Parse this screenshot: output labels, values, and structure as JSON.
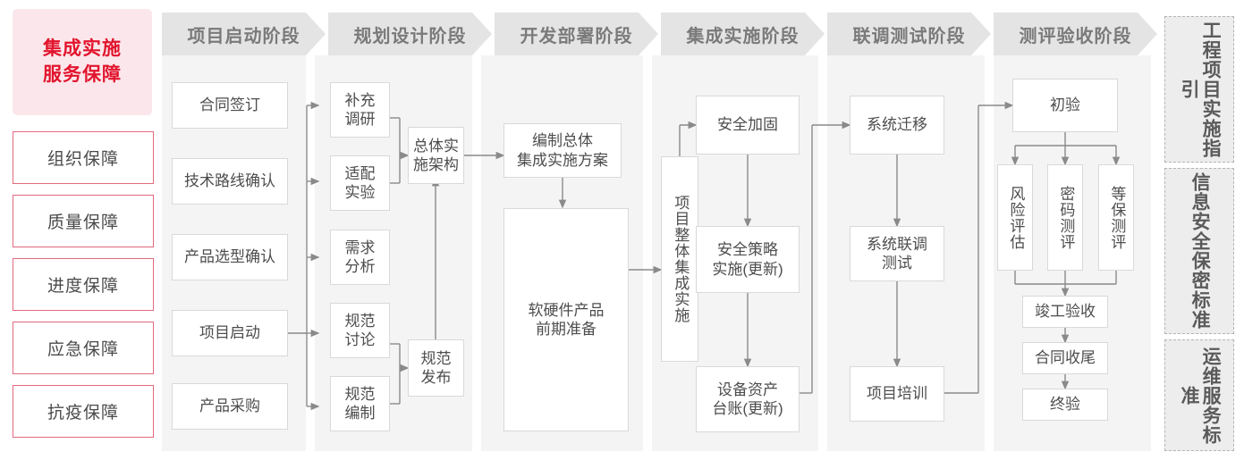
{
  "colors": {
    "accent_red": "#e2142d",
    "accent_red_border": "#e26a7e",
    "accent_red_bg": "#fbe7eb",
    "phase_header_bg": "#e4e4e4",
    "phase_header_text": "#7a7a7a",
    "column_bg": "#f4f4f4",
    "node_border": "#d9d9d9",
    "node_text": "#4d4d4d",
    "wire": "#8a8a8a",
    "standard_bg": "#ededed",
    "standard_border": "#b4b4b4"
  },
  "left_panel": {
    "title": "集成实施\n服务保障",
    "title_line1": "集成实施",
    "title_line2": "服务保障",
    "items": [
      {
        "label": "组织保障"
      },
      {
        "label": "质量保障"
      },
      {
        "label": "进度保障"
      },
      {
        "label": "应急保障"
      },
      {
        "label": "抗疫保障"
      }
    ]
  },
  "phases": [
    {
      "id": "phase-1",
      "header": "项目启动阶段",
      "nodes": [
        {
          "id": "n-contract-sign",
          "label": "合同签订"
        },
        {
          "id": "n-tech-route",
          "label": "技术路线确认"
        },
        {
          "id": "n-product-select",
          "label": "产品选型确认"
        },
        {
          "id": "n-project-kickoff",
          "label": "项目启动"
        },
        {
          "id": "n-product-purchase",
          "label": "产品采购"
        }
      ]
    },
    {
      "id": "phase-2",
      "header": "规划设计阶段",
      "nodes": [
        {
          "id": "n-extra-research",
          "label": "补充\n调研",
          "l1": "补充",
          "l2": "调研"
        },
        {
          "id": "n-adapt-test",
          "label": "适配\n实验",
          "l1": "适配",
          "l2": "实验"
        },
        {
          "id": "n-req-analysis",
          "label": "需求\n分析",
          "l1": "需求",
          "l2": "分析"
        },
        {
          "id": "n-spec-discuss",
          "label": "规范\n讨论",
          "l1": "规范",
          "l2": "讨论"
        },
        {
          "id": "n-spec-compile",
          "label": "规范\n编制",
          "l1": "规范",
          "l2": "编制"
        },
        {
          "id": "n-overall-arch",
          "label": "总体实\n施架构",
          "l1": "总体实",
          "l2": "施架构"
        },
        {
          "id": "n-spec-release",
          "label": "规范\n发布",
          "l1": "规范",
          "l2": "发布"
        }
      ]
    },
    {
      "id": "phase-3",
      "header": "开发部署阶段",
      "nodes": [
        {
          "id": "n-overall-plan",
          "label": "编制总体\n集成实施方案",
          "l1": "编制总体",
          "l2": "集成实施方案"
        },
        {
          "id": "n-hw-sw-prep",
          "label": "软硬件产品\n前期准备",
          "l1": "软硬件产品",
          "l2": "前期准备"
        }
      ]
    },
    {
      "id": "phase-4",
      "header": "集成实施阶段",
      "nodes": [
        {
          "id": "n-overall-integration",
          "label": "项目整体集成实施",
          "vertical": true
        },
        {
          "id": "n-security-harden",
          "label": "安全加固"
        },
        {
          "id": "n-security-policy",
          "label": "安全策略\n实施(更新)",
          "l1": "安全策略",
          "l2": "实施(更新)"
        },
        {
          "id": "n-asset-ledger",
          "label": "设备资产\n台账(更新)",
          "l1": "设备资产",
          "l2": "台账(更新)"
        }
      ]
    },
    {
      "id": "phase-5",
      "header": "联调测试阶段",
      "nodes": [
        {
          "id": "n-sys-migrate",
          "label": "系统迁移"
        },
        {
          "id": "n-joint-test",
          "label": "系统联调\n测试",
          "l1": "系统联调",
          "l2": "测试"
        },
        {
          "id": "n-training",
          "label": "项目培训"
        }
      ]
    },
    {
      "id": "phase-6",
      "header": "测评验收阶段",
      "nodes": [
        {
          "id": "n-first-accept",
          "label": "初验"
        },
        {
          "id": "n-risk-assess",
          "label": "风险评估",
          "vertical": true
        },
        {
          "id": "n-crypto-eval",
          "label": "密码测评",
          "vertical": true
        },
        {
          "id": "n-mlps-eval",
          "label": "等保测评",
          "vertical": true
        },
        {
          "id": "n-final-check",
          "label": "竣工验收"
        },
        {
          "id": "n-contract-close",
          "label": "合同收尾"
        },
        {
          "id": "n-final-accept",
          "label": "终验"
        }
      ]
    }
  ],
  "standards": [
    {
      "id": "std-engineering",
      "label": "工程项目实施指引"
    },
    {
      "id": "std-infosec",
      "label": "信息安全保密标准"
    },
    {
      "id": "std-ops",
      "label": "运维服务标准"
    }
  ]
}
